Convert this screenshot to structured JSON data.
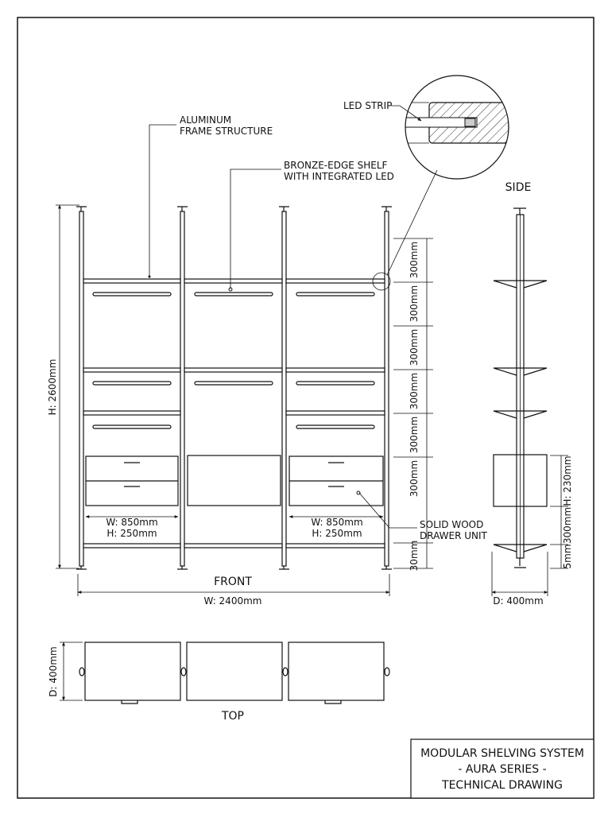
{
  "labels": {
    "aluminum_frame": [
      "ALUMINUM",
      "FRAME STRUCTURE"
    ],
    "bronze_shelf": [
      "BRONZE-EDGE SHELF",
      "WITH INTEGRATED LED"
    ],
    "led_strip": "LED STRIP",
    "solid_wood": [
      "SOLID WOOD",
      "DRAWER UNIT"
    ],
    "drawer_left": [
      "W: 850mm",
      "H: 250mm"
    ],
    "drawer_right": [
      "W: 850mm",
      "H: 250mm"
    ]
  },
  "views": {
    "front": "FRONT",
    "side": "SIDE",
    "top": "TOP"
  },
  "dimensions": {
    "total_height": "H: 2600mm",
    "total_width": "W: 2400mm",
    "right_spacings": [
      "300mm",
      "300mm",
      "300mm",
      "300mm",
      "300mm",
      "300mm",
      "30mm"
    ],
    "side_depth": "D: 400mm",
    "side_drawer_height": "H: 230mm",
    "side_spacing": "300mm",
    "side_bottom": "5mm",
    "top_depth": "D: 400mm"
  },
  "title_block": [
    "MODULAR SHELVING SYSTEM",
    "- AURA SERIES -",
    "TECHNICAL DRAWING"
  ]
}
